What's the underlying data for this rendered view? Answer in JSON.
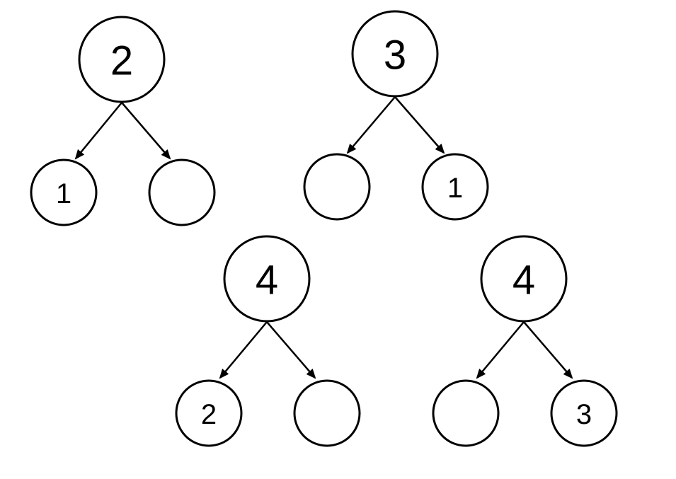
{
  "colors": {
    "stroke": "#000000",
    "background": "#ffffff"
  },
  "bonds": [
    {
      "whole": "2",
      "left_part": "1",
      "right_part": ""
    },
    {
      "whole": "3",
      "left_part": "",
      "right_part": "1"
    },
    {
      "whole": "4",
      "left_part": "2",
      "right_part": ""
    },
    {
      "whole": "4",
      "left_part": "",
      "right_part": "3"
    }
  ]
}
